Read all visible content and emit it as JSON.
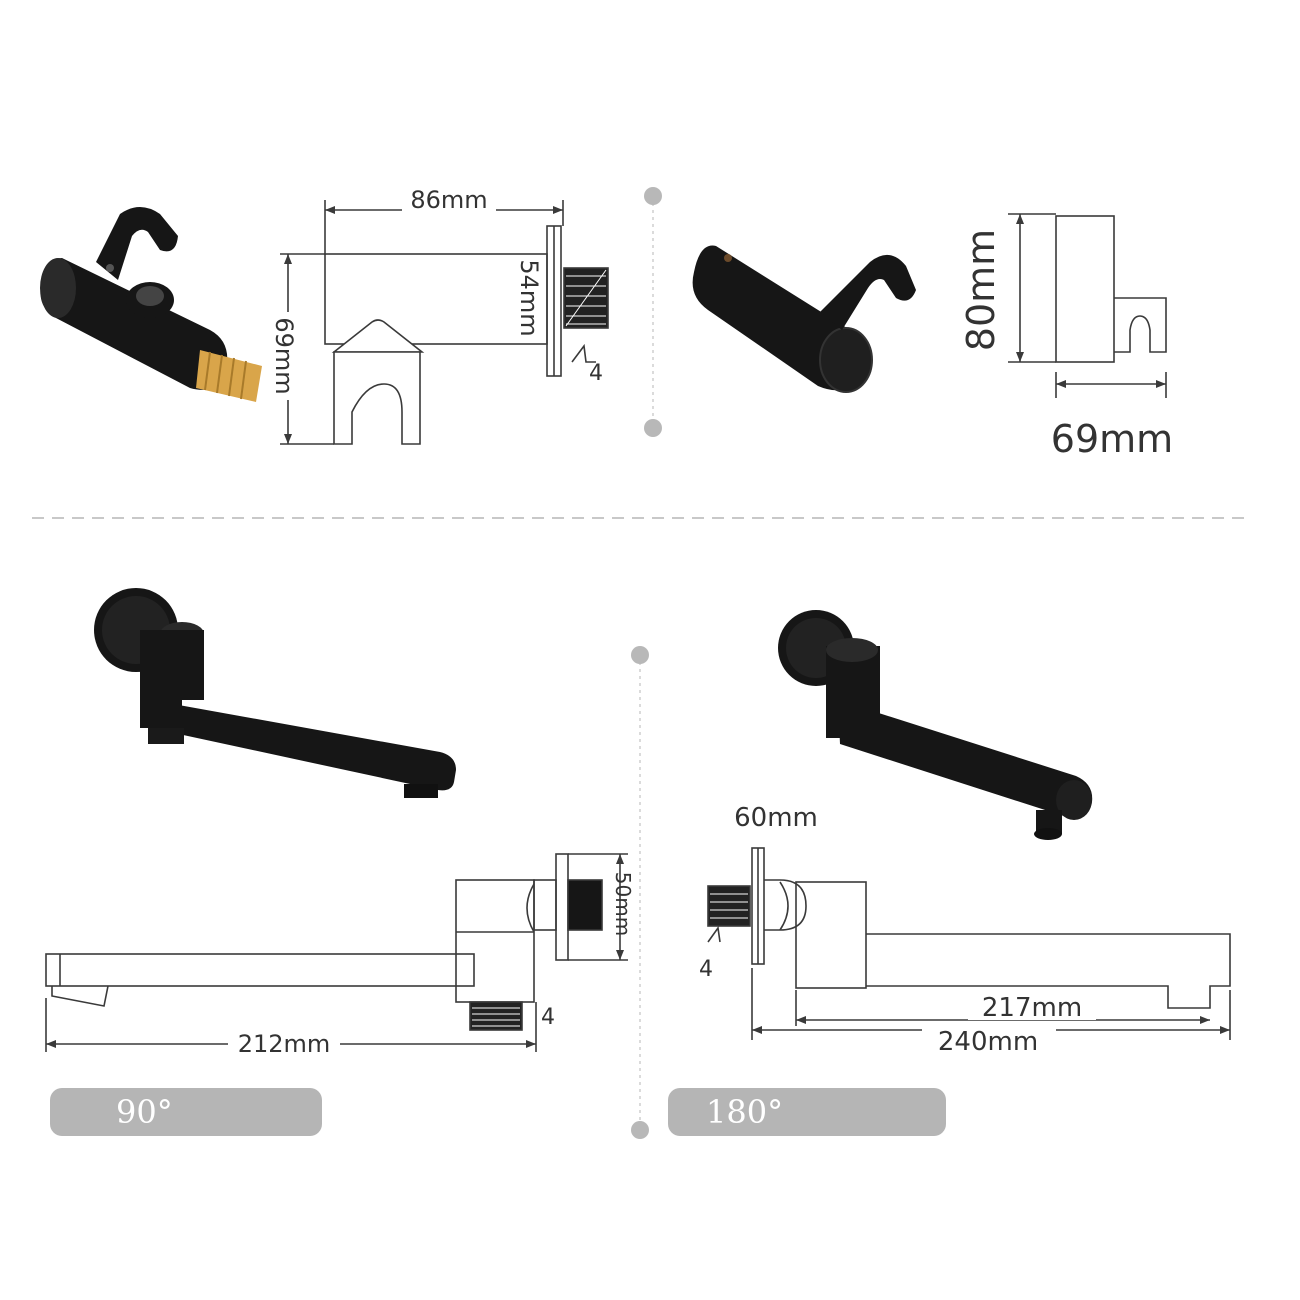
{
  "colors": {
    "product_black": "#161616",
    "brass": "#d9a54a",
    "line": "#3a3a3a",
    "divider": "#c8c8c8",
    "dot": "#b8b8b8",
    "pill_bg": "#b5b5b5",
    "pill_text": "#ffffff"
  },
  "top_left": {
    "width_label": "86mm",
    "depth_label": "54mm",
    "height_label": "69mm",
    "thread_label": "4"
  },
  "top_right": {
    "height_label": "80mm",
    "width_label": "69mm"
  },
  "bottom_left": {
    "length_label": "212mm",
    "plate_label": "50mm",
    "thread_label": "4",
    "angle_label": "90°"
  },
  "bottom_right": {
    "plate_label": "60mm",
    "thread_label": "4",
    "inner_length_label": "217mm",
    "total_length_label": "240mm",
    "angle_label": "180°"
  },
  "icons": {
    "holder_brass_photo": "wall-connector-holder-icon",
    "holder_plain_photo": "shower-holder-icon",
    "spout_90_photo": "spout-90-icon",
    "spout_180_photo": "spout-180-icon"
  }
}
